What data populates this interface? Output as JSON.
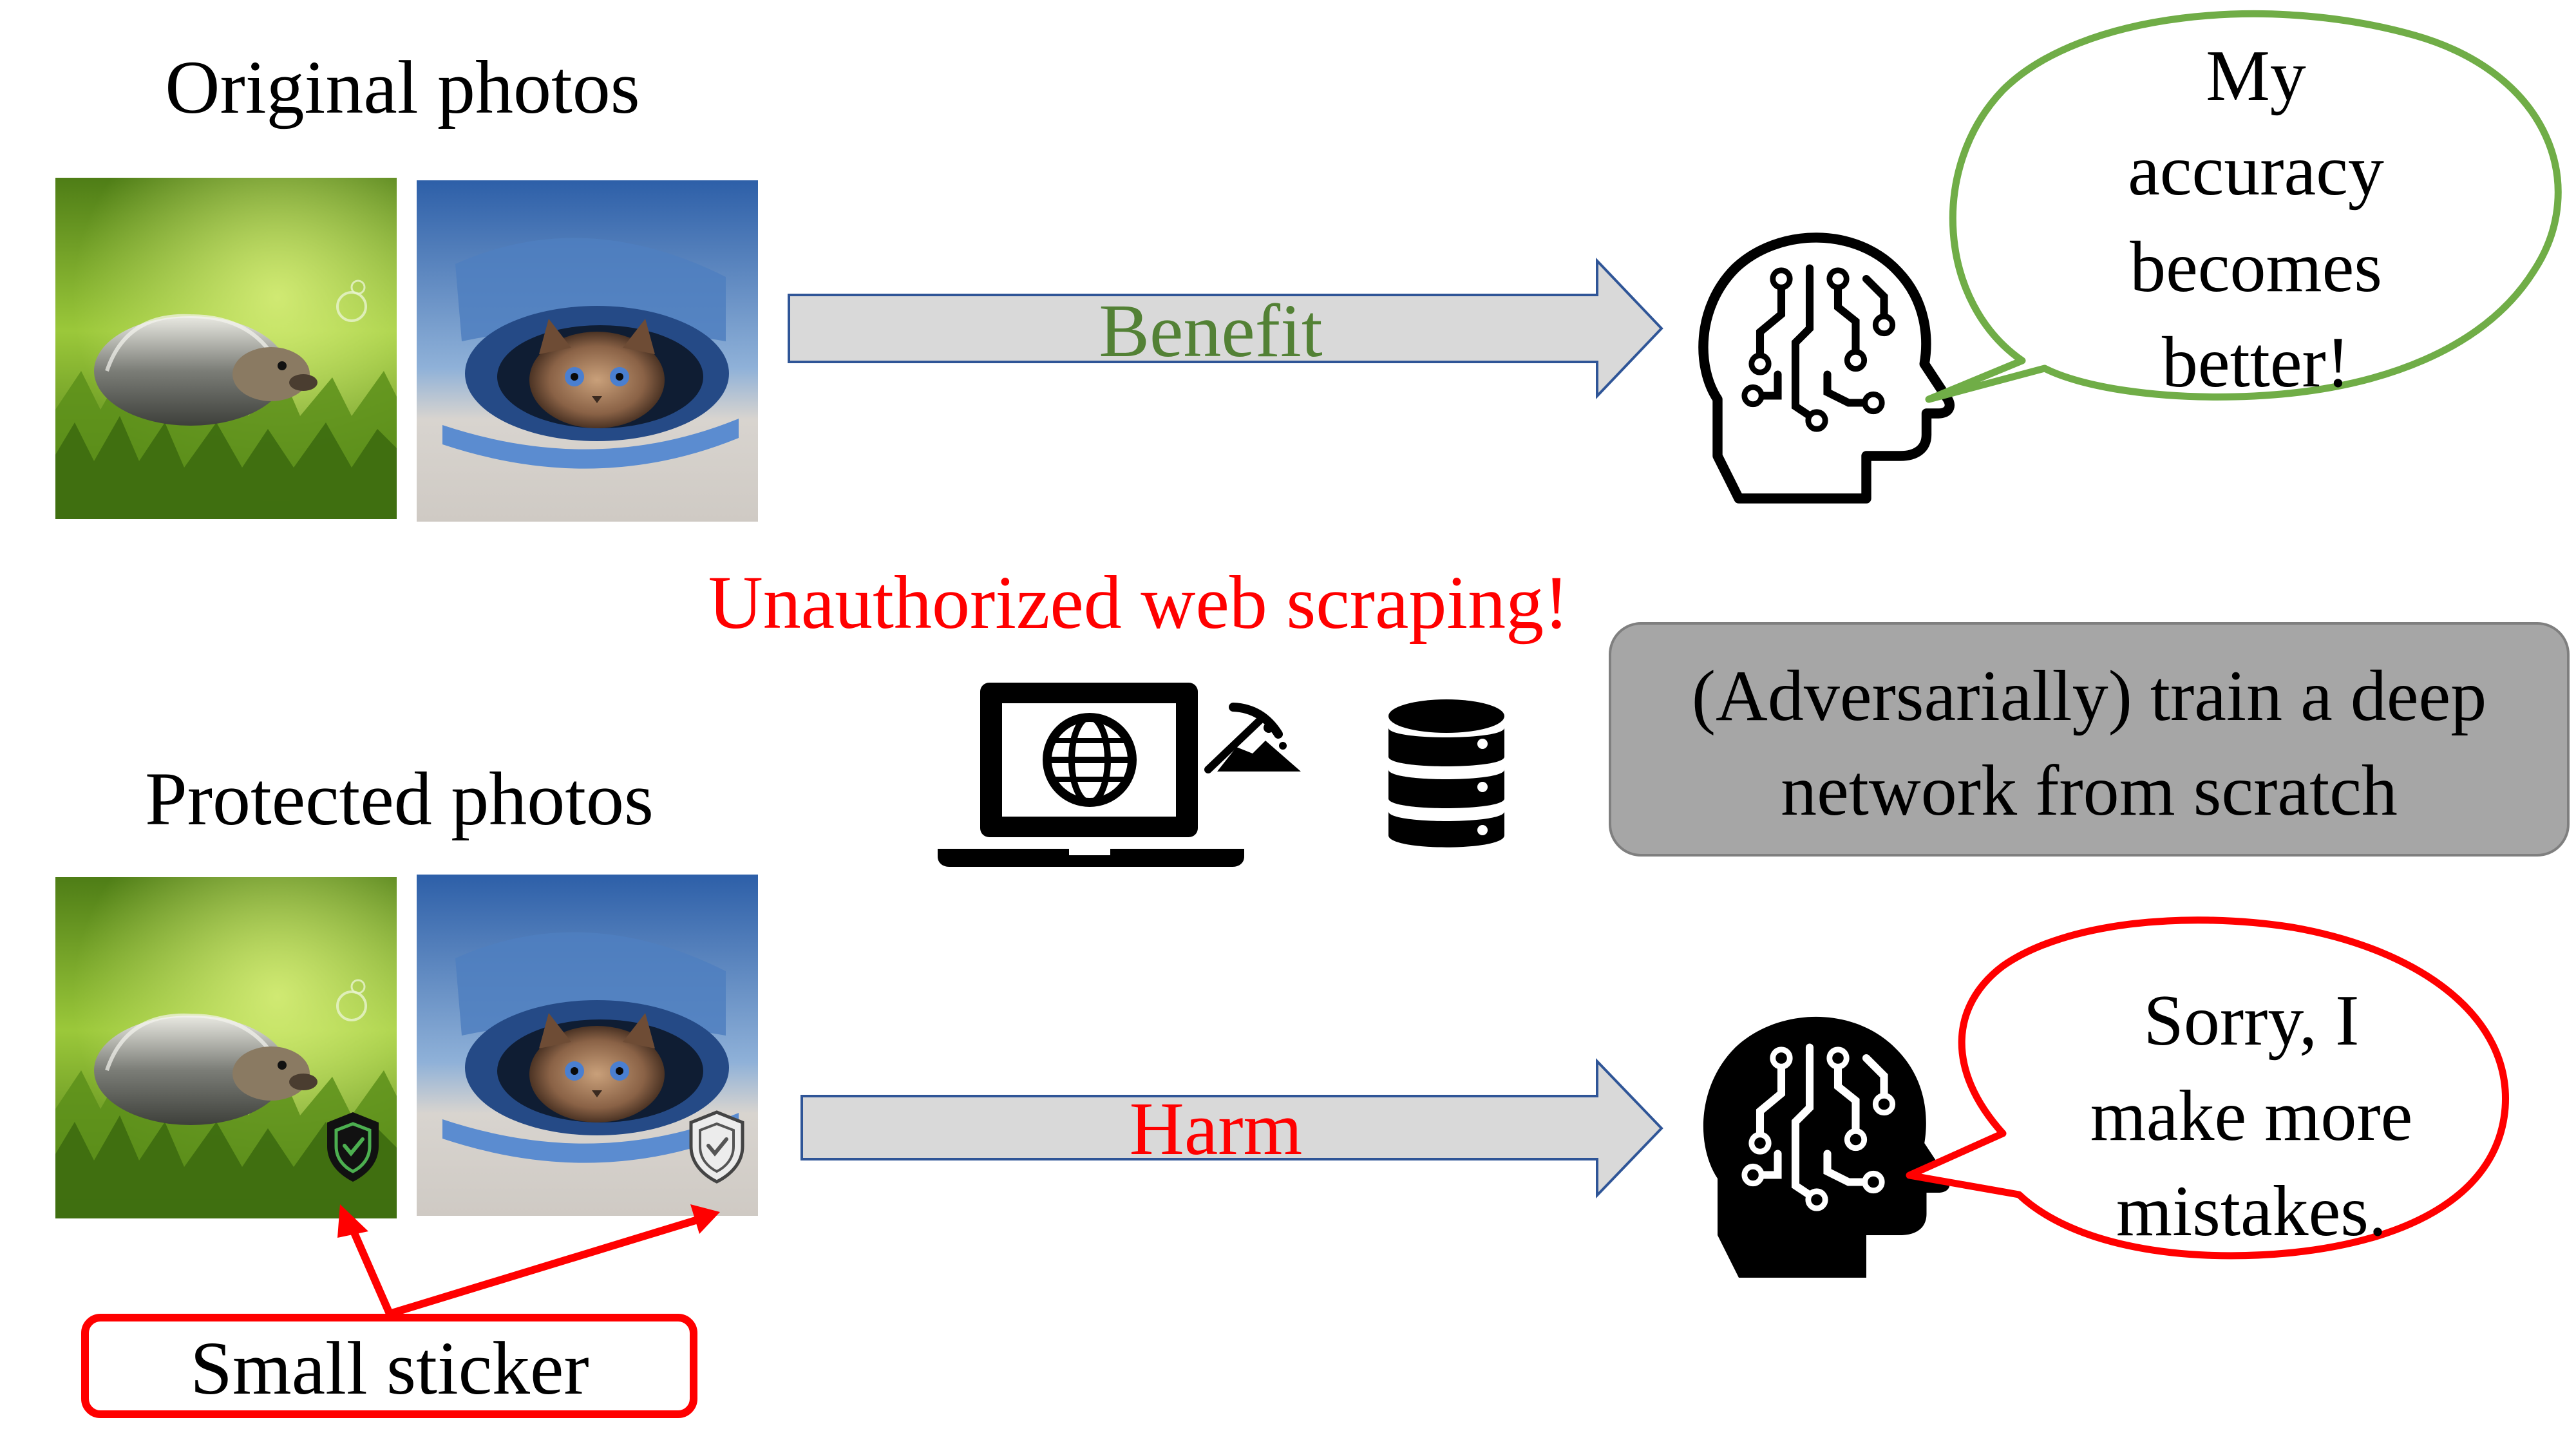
{
  "diagram": {
    "original_title": "Original photos",
    "protected_title": "Protected photos",
    "benefit_label": "Benefit",
    "harm_label": "Harm",
    "scrape_label": "Unauthorized web scraping!",
    "train_lines": [
      "(Adversarially) train a deep",
      "network from scratch"
    ],
    "good_bubble_lines": [
      "My",
      "accuracy",
      "becomes",
      "better!"
    ],
    "bad_bubble_lines": [
      "Sorry, I",
      "make more",
      "mistakes."
    ],
    "sticker_label": "Small sticker",
    "photos": [
      {
        "subject": "hedgehog"
      },
      {
        "subject": "kitten-in-jeans"
      }
    ],
    "icons": {
      "good_model": "ai-brain-head-outline-icon",
      "bad_model": "ai-brain-head-filled-icon",
      "scraper": "laptop-globe-pickaxe-icon",
      "storage": "database-icon",
      "sticker": "shield-check-icon"
    },
    "colors": {
      "benefit_green": "#538135",
      "good_bubble_border": "#70AD47",
      "alert_red": "#FF0000",
      "arrow_fill": "#D9D9D9",
      "arrow_stroke": "#2F5597",
      "train_box_fill": "#A6A6A6"
    }
  }
}
